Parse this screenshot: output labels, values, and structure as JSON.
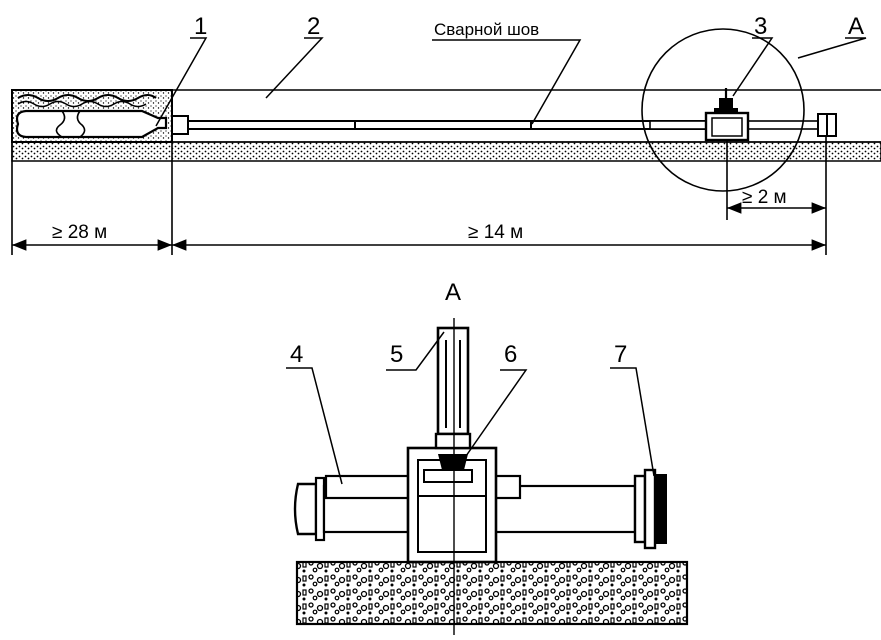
{
  "diagram": {
    "callouts": {
      "c1": "1",
      "c2": "2",
      "c3": "3",
      "c4": "4",
      "c5": "5",
      "c6": "6",
      "c7": "7"
    },
    "weld_label": "Сварной шов",
    "detail_marker": "A",
    "detail_title": "A",
    "dimensions": {
      "left": "≥ 28 м",
      "middle": "≥ 14 м",
      "right": "≥ 2 м"
    }
  }
}
